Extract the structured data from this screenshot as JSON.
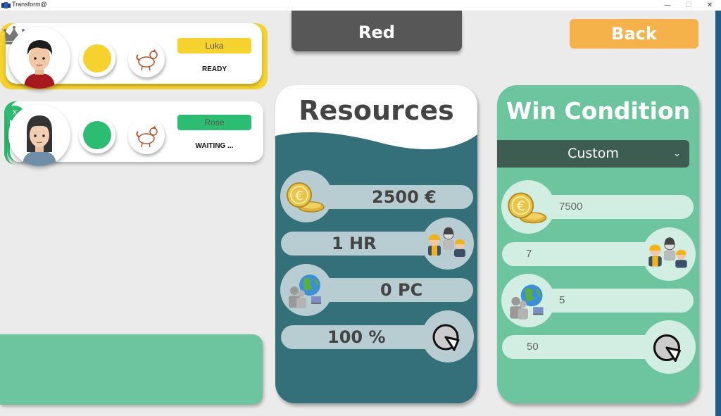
{
  "window": {
    "title": "Transform@"
  },
  "players": [
    {
      "name": "Luka",
      "status": "READY",
      "color": "#f6d22e",
      "host": true
    },
    {
      "name": "Rose",
      "status": "WAITING ...",
      "color": "#2dbd72",
      "kick_label": "X"
    }
  ],
  "team": {
    "label": "Red"
  },
  "back": {
    "label": "Back"
  },
  "resources": {
    "title": "Resources",
    "money": "2500 €",
    "time": "1 HR",
    "pc": "0 PC",
    "percent": "100 %"
  },
  "win_condition": {
    "title": "Win Condition",
    "mode": "Custom",
    "money": "7500",
    "workers": "7",
    "pc": "5",
    "percent": "50"
  },
  "colors": {
    "accent_yellow": "#f6d22e",
    "accent_green": "#2dbd72",
    "panel_teal": "#34707a",
    "panel_green": "#6cc59f",
    "back_orange": "#f5b14a"
  }
}
